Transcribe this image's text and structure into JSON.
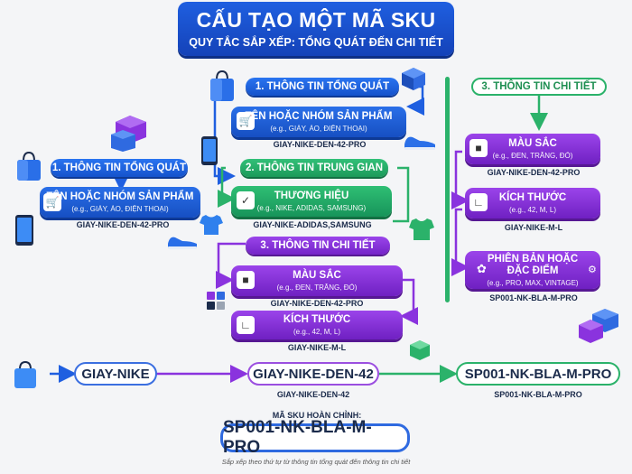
{
  "header": {
    "title": "CẤU TẠO MỘT MÃ SKU",
    "subtitle": "QUY TẮC SẮP XẾP: TỔNG QUÁT ĐẾN CHI TIẾT"
  },
  "left": {
    "heading": "1. THÔNG TIN TỔNG QUÁT",
    "card_title": "TÊN HOẶC NHÓM SẢN PHẨM",
    "card_sub": "(e.g., GIÀY, ÁO, ĐIỆN THOẠI)",
    "code": "GIAY-NIKE-DEN-42-PRO"
  },
  "center": {
    "general_heading": "1. THÔNG TIN TỔNG QUÁT",
    "general_card_title": "TÊN HOẶC NHÓM SẢN PHẨM",
    "general_card_sub": "(e.g., GIÀY, ÁO, ĐIỆN THOẠI)",
    "general_code": "GIAY-NIKE-DEN-42-PRO",
    "middle_heading": "2. THÔNG TIN TRUNG GIAN",
    "middle_card_title": "THƯƠNG HIỆU",
    "middle_card_sub": "(e.g., NIKE, ADIDAS, SAMSUNG)",
    "middle_code": "GIAY-NIKE-ADIDAS,SAMSUNG",
    "detail_heading": "3. THÔNG TIN CHI TIẾT",
    "color_title": "MÀU SẮC",
    "color_sub": "(e.g., ĐEN, TRẮNG, ĐỎ)",
    "color_code": "GIAY-NIKE-DEN-42-PRO",
    "size_title": "KÍCH THƯỚC",
    "size_sub": "(e.g., 42, M, L)",
    "size_code": "GIAY-NIKE-M-L"
  },
  "right": {
    "heading": "3. THÔNG TIN CHI TIẾT",
    "color_title": "MÀU SẮC",
    "color_sub": "(e.g., ĐEN, TRẮNG, ĐỎ)",
    "color_code": "GIAY-NIKE-DEN-42-PRO",
    "size_title": "KÍCH THƯỚC",
    "size_sub": "(e.g., 42, M, L)",
    "size_code": "GIAY-NIKE-M-L",
    "version_title": "PHIÊN BẢN HOẶC ĐẶC ĐIỂM",
    "version_sub": "(e.g., PRO, MAX, VINTAGE)",
    "version_code": "SP001-NK-BLA-M-PRO"
  },
  "flow": {
    "step1": "GIAY-NIKE",
    "step2": "GIAY-NIKE-DEN-42",
    "step2_code": "GIAY-NIKE-DEN-42",
    "step3": "SP001-NK-BLA-M-PRO",
    "step3_code": "SP001-NK-BLA-M-PRO"
  },
  "final": {
    "label": "MÃ SKU HOÀN CHỈNH:",
    "value": "SP001-NK-BLA-M-PRO",
    "footnote": "Sắp xếp theo thứ tự từ thông tin tổng quát đến thông tin chi tiết"
  },
  "colors": {
    "blue": "#1f5fe0",
    "green": "#2bb26a",
    "purple": "#8a33de",
    "navy": "#1b2b4b"
  },
  "icons": [
    "shopping-bag-icon",
    "box-icon",
    "phone-icon",
    "shoe-icon",
    "tshirt-icon",
    "color-swatch-icon",
    "ruler-icon",
    "badge-icon",
    "cart-icon"
  ]
}
